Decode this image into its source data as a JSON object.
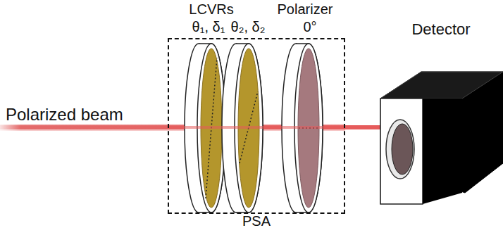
{
  "diagram": {
    "nodes": [
      {
        "text": [
          "PSA"
        ]
      },
      {
        "text": [
          "Detector"
        ]
      }
    ],
    "edges": [
      {
        "from": 0,
        "to": 1,
        "arrow": "none"
      }
    ],
    "labels": [
      "Polarized beam",
      "LCVRs",
      "Polarizer",
      "θ₁, δ₁",
      "θ₂, δ₂",
      "0°"
    ]
  }
}
